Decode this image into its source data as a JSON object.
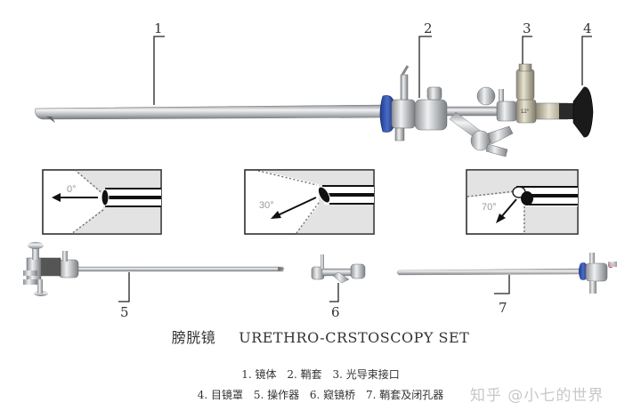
{
  "callouts": {
    "c1": "1",
    "c2": "2",
    "c3": "3",
    "c4": "4",
    "c5": "5",
    "c6": "6",
    "c7": "7"
  },
  "view_angles": [
    {
      "label": "0°"
    },
    {
      "label": "30°"
    },
    {
      "label": "70°"
    }
  ],
  "eyepiece_marking": "12°",
  "title": {
    "chinese": "膀胱镜",
    "english": "URETHRO-CRSTOSCOPY SET"
  },
  "legend": {
    "line1": [
      "1. 镜体",
      "2.  鞘套",
      "3.  光导束接口"
    ],
    "line2": [
      "4.  目镜罩",
      "5. 操作器",
      "6.  窥镜桥",
      "7. 鞘套及闭孔器"
    ]
  },
  "colors": {
    "blue_seal": "#2f4fa8",
    "eyepiece_black": "#1a1a1a",
    "metal": "#b9bcc0",
    "panel_gray": "#e3e3e3"
  },
  "watermark": "知乎 @小七的世界"
}
